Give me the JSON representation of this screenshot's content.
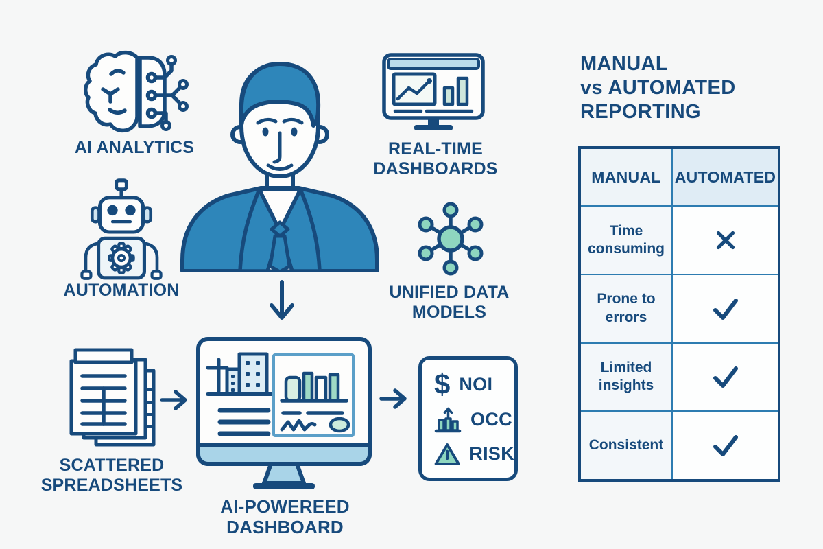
{
  "palette": {
    "background": "#f6f7f7",
    "navy": "#174a7c",
    "mid_blue": "#2e86ba",
    "light_blue": "#a9d4e8",
    "pale_blue": "#dcedf5",
    "teal": "#8ed6bf",
    "table_line_blue": "#2d7cb1"
  },
  "features": {
    "ai_analytics": {
      "label": "AI ANALYTICS"
    },
    "automation": {
      "label": "AUTOMATION"
    },
    "real_time_dashboards": {
      "label_lines": [
        "REAL-TIME",
        "DASHBOARDS"
      ]
    },
    "unified_data_models": {
      "label_lines": [
        "UNIFIED DATA",
        "MODELS"
      ]
    }
  },
  "flow": {
    "scattered_spreadsheets": {
      "label_lines": [
        "SCATTERED",
        "SPREADSHEETS"
      ]
    },
    "ai_dashboard": {
      "label_lines": [
        "AI-POWEREED",
        "DASHBOARD"
      ]
    },
    "outputs": {
      "items": [
        {
          "icon": "dollar-icon",
          "glyph": "$",
          "label": "NOI"
        },
        {
          "icon": "occupancy-bars-icon",
          "label": "OCC"
        },
        {
          "icon": "risk-triangle-icon",
          "label": "RISK"
        }
      ]
    }
  },
  "comparison": {
    "title_lines": [
      "MANUAL",
      "vs AUTOMATED",
      "REPORTING"
    ],
    "table": {
      "headers": [
        "MANUAL",
        "AUTOMATED"
      ],
      "rows": [
        {
          "label": "Time consuming",
          "mark": "cross"
        },
        {
          "label": "Prone to errors",
          "mark": "check"
        },
        {
          "label": "Limited insights",
          "mark": "check"
        },
        {
          "label": "Consistent",
          "mark": "check"
        }
      ]
    }
  }
}
